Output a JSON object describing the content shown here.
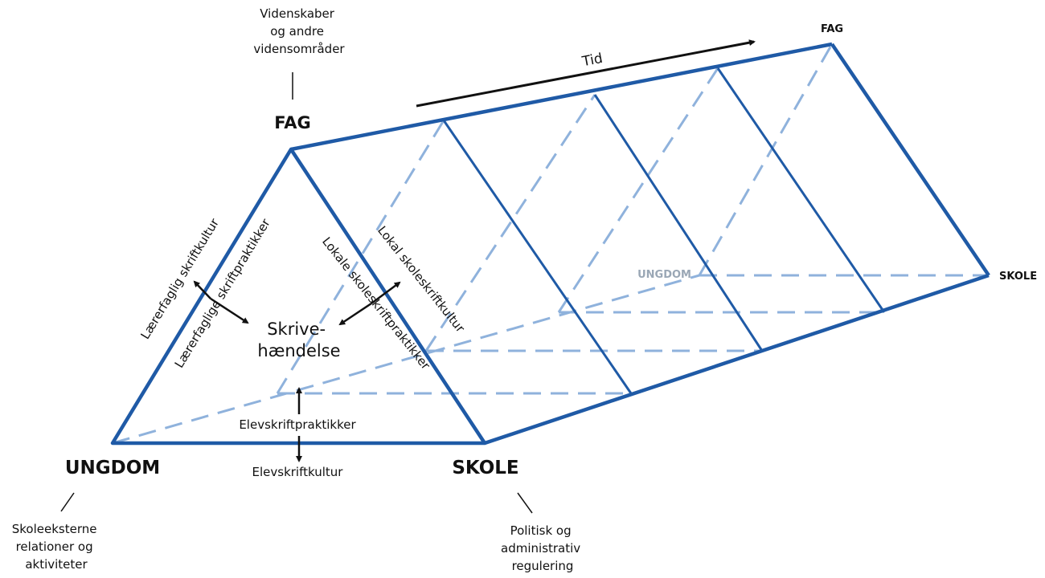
{
  "labels": {
    "fag_note": [
      "Videnskaber",
      "og andre",
      "vidensområder"
    ],
    "fag": "FAG",
    "fag_far": "FAG",
    "skole_far": "SKOLE",
    "ungdom_far": "UNGDOM",
    "time": "Tid",
    "ungdom": "UNGDOM",
    "skole": "SKOLE",
    "ungdom_note": [
      "Skoleeksterne",
      "relationer og",
      "aktiviteter"
    ],
    "skole_note": [
      "Politisk og",
      "administrativ",
      "regulering"
    ],
    "center": [
      "Skrive-",
      "hændelse"
    ],
    "left_outer": "Lærerfaglig skriftkultur",
    "left_inner": "Lærerfaglige skriftpraktikker",
    "right_outer": "Lokal skoleskriftkultur",
    "right_inner": "Lokale skoleskriftpraktikker",
    "bottom_inner": "Elevskriftpraktikker",
    "bottom_outer": "Elevskriftkultur"
  },
  "colors": {
    "solid_blue": "#1f5aa6",
    "dashed_blue": "#8fb2dc",
    "arrow": "#111111"
  }
}
